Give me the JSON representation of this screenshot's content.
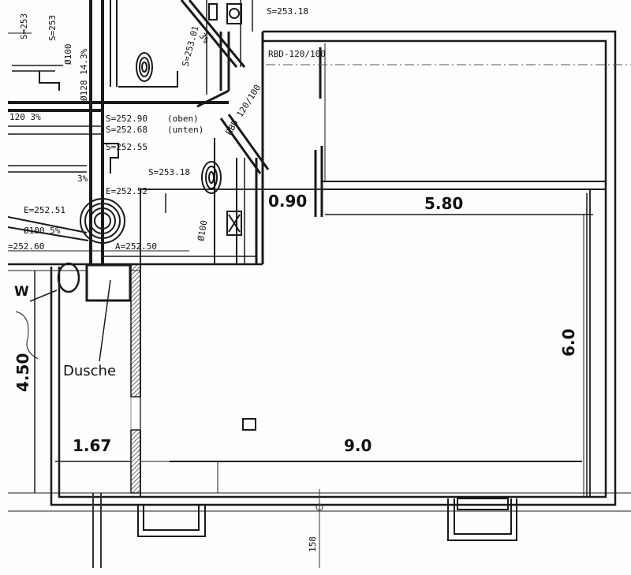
{
  "dimensions": {
    "width_top": "5.80",
    "opening": "0.90",
    "room_depth": "6.0",
    "room_length": "9.0",
    "bath_width": "1.67",
    "bath_depth": "4.50",
    "bottom_mark": "158"
  },
  "labels": {
    "shower": "Dusche",
    "wc": "W"
  },
  "levels": {
    "s_253_18_top": "S=253.18",
    "s_253_18_mid": "S=253.18",
    "s_252_90": "S=252.90",
    "oben": "(oben)",
    "s_252_68": "S=252.68",
    "unten": "(unten)",
    "s_252_55": "S=252.55",
    "e_252_52": "E=252.52",
    "e_252_51": "E=252.51",
    "e_252_60": "=252.60",
    "a_252_50": "A=252.50",
    "s_253_top_left": "S=253",
    "s_253_left": "S=253",
    "s_253_01": "S=253.01"
  },
  "pipes": {
    "rbd_120_100_top": "RBD-120/100",
    "rbd_120_100_mid": "RBD 120/100",
    "d120_3pct": "120  3%",
    "d128_14_3": "Ø128 14.3%",
    "d100": "Ø100",
    "d100_5pct": "Ø100  5%",
    "d100_vert": "Ø100",
    "pct_3": "3%",
    "pct_3_diag": "3%"
  },
  "colors": {
    "line": "#1a1a1a",
    "hatch": "#444444",
    "paper": "#fdfdfd"
  }
}
